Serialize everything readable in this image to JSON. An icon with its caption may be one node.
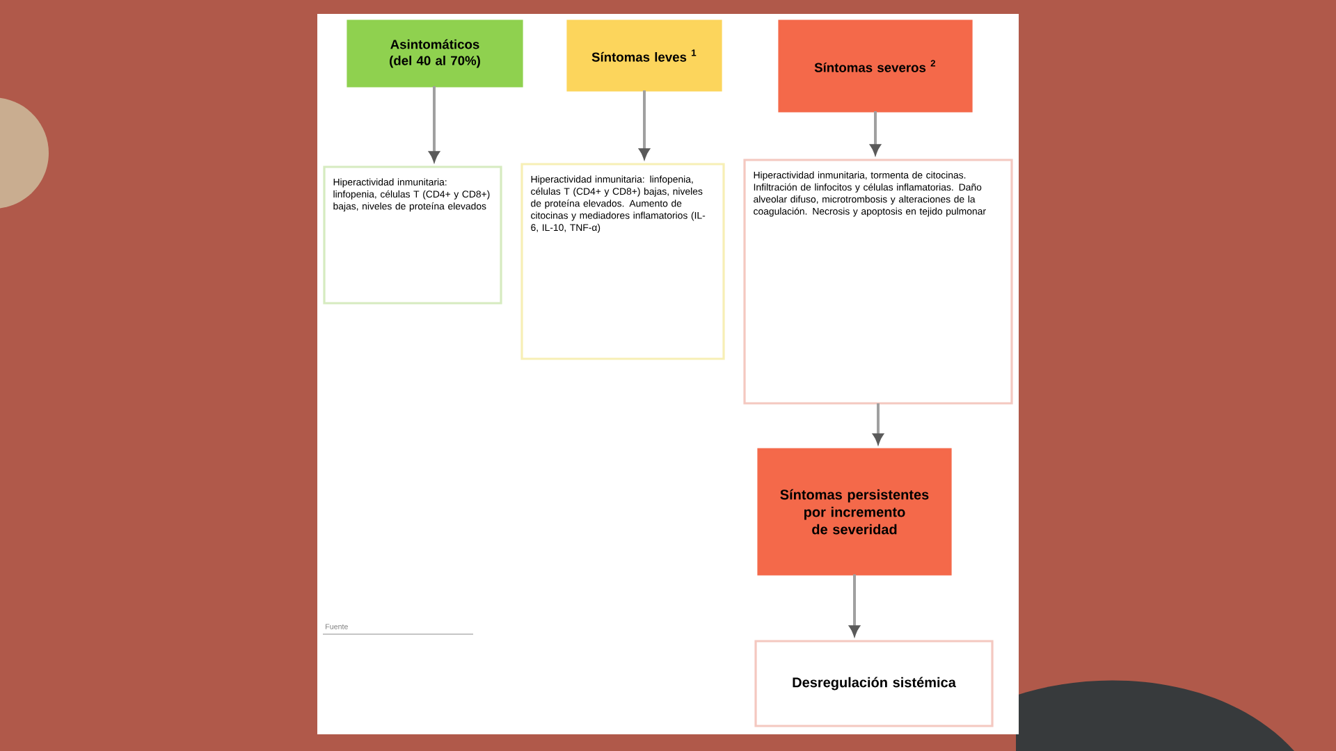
{
  "diagram": {
    "nodes": [
      {
        "text": [
          "Asintomáticos (del 40 al 70%)"
        ]
      },
      {
        "text": [
          "Síntomas leves $^{1}$"
        ]
      },
      {
        "text": [
          "Síntomas severos $^{2}$"
        ]
      },
      {
        "text": [
          "Hiperactividad inmunitaria: linfopenia, células T (CD4+ y CD8+) bajas, niveles de proteína elevados"
        ]
      },
      {
        "text": [
          "Hiperactividad inmunitaria: linfopenia, células T (CD4+ y CD8+) bajas, niveles de proteína elevados. Aumento de citocinas y mediadores inflamatorios (IL-6, IL-10, TNF-α)"
        ]
      },
      {
        "text": [
          "Hiperactividad inmunitaria, tormenta de citocinas. Infiltración de linfocitos y células inflamatorias. Daño alveolar difuso, microtrombosis y alteraciones de la coagulación. Necrosis y apoptosis en tejido pulmonar"
        ]
      },
      {
        "text": [
          "Síntomas persistentes por incremento de severidad"
        ]
      },
      {
        "text": [
          "Desregulación sistémica"
        ]
      }
    ],
    "edges": [
      {
        "from": 0,
        "to": 3,
        "arrow": "to"
      },
      {
        "from": 1,
        "to": 4,
        "arrow": "to"
      },
      {
        "from": 2,
        "to": 5,
        "arrow": "to"
      },
      {
        "from": 5,
        "to": 6,
        "arrow": "to"
      },
      {
        "from": 6,
        "to": 7,
        "arrow": "to"
      }
    ],
    "labels": [
      "Fuente"
    ]
  }
}
